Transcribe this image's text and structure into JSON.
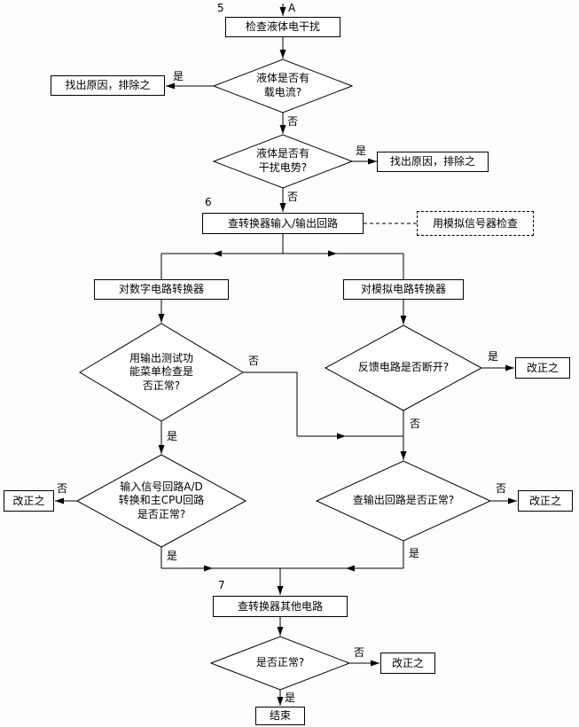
{
  "connector": {
    "label": "A"
  },
  "steps": {
    "s5": "5",
    "s6": "6",
    "s7": "7"
  },
  "branch": {
    "yes": "是",
    "no": "否"
  },
  "nodes": {
    "check_liquid": "检查液体电干扰",
    "has_current": "液体是否有\n载电流?",
    "find_cause_left": "找出原因，排除之",
    "has_potential": "液体是否有\n干扰电势?",
    "find_cause_right": "找出原因，排除之",
    "check_io": "查转换器输入/输出回路",
    "analog_note": "用模拟信号器检查",
    "digital_conv": "对数字电路转换器",
    "analog_conv": "对模拟电路转换器",
    "output_test": "用输出测试功\n能菜单检查是\n否正常?",
    "feedback_open": "反馈电路是否断开?",
    "fix_feedback": "改正之",
    "input_cpu": "输入信号回路A/D\n转换和主CPU回路\n是否正常?",
    "fix_input": "改正之",
    "output_circuit": "查输出回路是否正常?",
    "fix_output": "改正之",
    "check_other": "查转换器其他电路",
    "final_check": "是否正常?",
    "fix_final": "改正之",
    "end": "结束"
  }
}
